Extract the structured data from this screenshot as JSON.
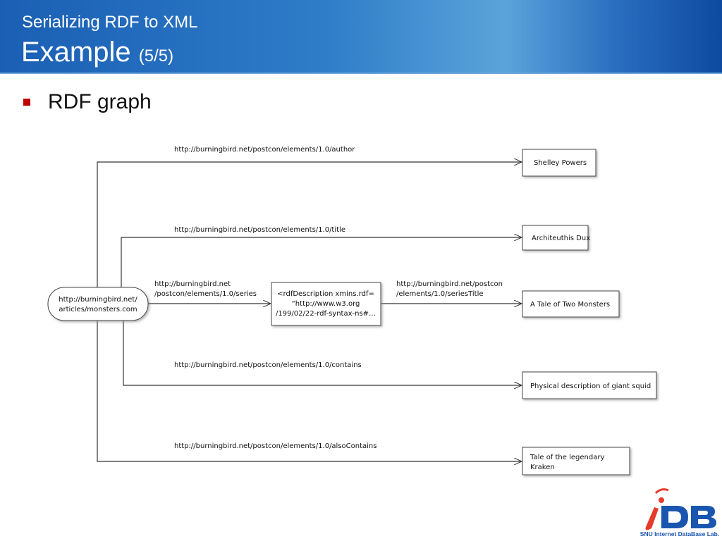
{
  "header": {
    "subtitle": "Serializing RDF to XML",
    "title": "Example",
    "page": "(5/5)"
  },
  "bullet": "RDF graph",
  "diagram": {
    "subject": [
      "http://burningbird.net/",
      "articles/monsters.com"
    ],
    "edges": {
      "author": "http://burningbird.net/postcon/elements/1.0/author",
      "title": "http://burningbird.net/postcon/elements/1.0/title",
      "series": [
        "http://burningbird.net",
        "/postcon/elements/1.0/series"
      ],
      "seriesTitle": [
        "http://burningbird.net/postcon",
        "/elements/1.0/seriesTitle"
      ],
      "contains": "http://burningbird.net/postcon/elements/1.0/contains",
      "alsoContains": "http://burningbird.net/postcon/elements/1.0/alsoContains"
    },
    "description": [
      "<rdfDescription xmins.rdf=",
      "“http://www.w3.org",
      "/199/02/22-rdf-syntax-ns#…"
    ],
    "objects": {
      "author": "Shelley Powers",
      "title": "Architeuthis Dux",
      "seriesTitle": "A Tale of Two Monsters",
      "contains": "Physical description of giant squid",
      "alsoContains": [
        "Tale of the legendary",
        "Kraken"
      ]
    }
  },
  "logo": {
    "text": "iDB",
    "caption": "SNU Internet DataBase Lab."
  }
}
